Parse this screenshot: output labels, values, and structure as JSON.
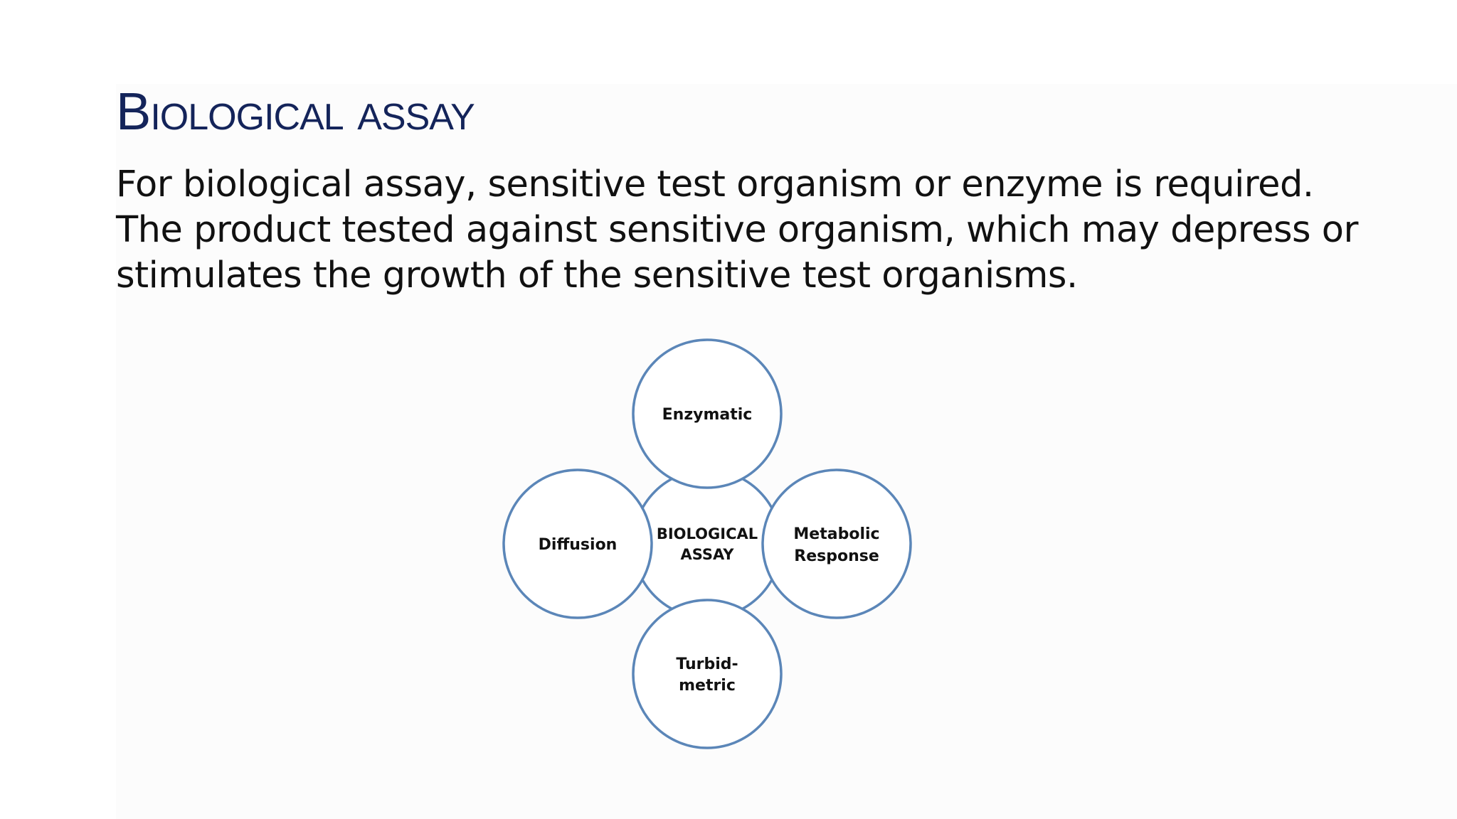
{
  "slide": {
    "title": "Biological assay",
    "body": "For biological assay, sensitive test organism or enzyme is required. The product tested against sensitive organism, which may depress or stimulates the growth of the sensitive test organisms."
  },
  "diagram": {
    "center": {
      "line1": "BIOLOGICAL",
      "line2": "ASSAY"
    },
    "nodes": {
      "top": {
        "line1": "Enzymatic"
      },
      "left": {
        "line1": "Diffusion"
      },
      "right": {
        "line1": "Metabolic",
        "line2": "Response"
      },
      "bottom": {
        "line1": "Turbid-",
        "line2": "metric"
      }
    },
    "colors": {
      "circle_stroke": "#5b86b8",
      "title": "#14245a"
    }
  }
}
